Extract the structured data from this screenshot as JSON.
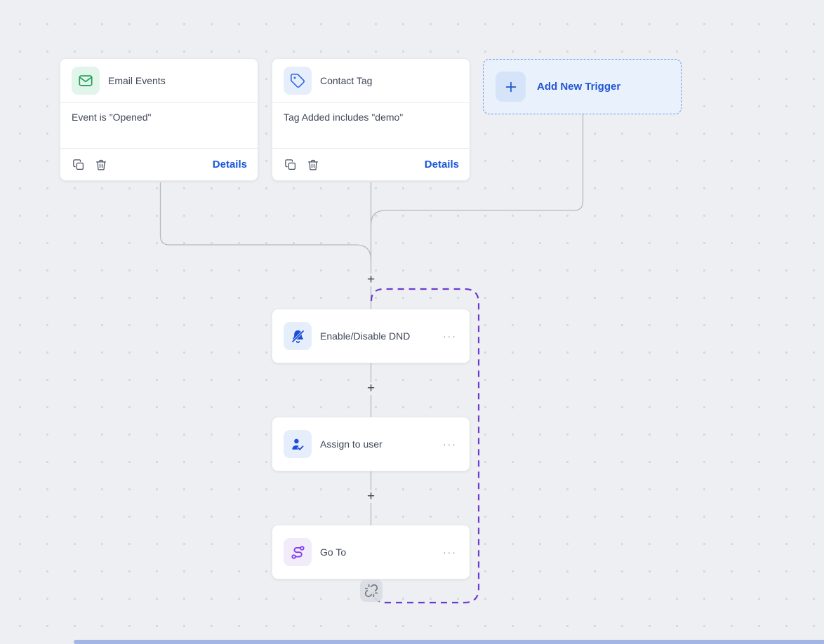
{
  "canvas": {
    "background": "#edeff2",
    "dot_color": "#d5d7dc"
  },
  "triggers": [
    {
      "title": "Email Events",
      "condition": "Event is \"Opened\"",
      "details_label": "Details",
      "icon": "email-icon",
      "icon_bg": "#e2f5eb",
      "icon_color": "#1f9d57"
    },
    {
      "title": "Contact Tag",
      "condition": "Tag Added includes \"demo\"",
      "details_label": "Details",
      "icon": "tag-icon",
      "icon_bg": "#e7eefb",
      "icon_color": "#2f6bdf"
    }
  ],
  "add_trigger": {
    "label": "Add New Trigger",
    "icon": "plus-icon",
    "text_color": "#2156d4",
    "background": "#e9f1fc",
    "border_color": "#6f9ceb"
  },
  "actions": [
    {
      "label": "Enable/Disable DND",
      "menu": "···",
      "icon": "bell-off-icon",
      "icon_bg": "#e7eefb",
      "icon_color": "#1d4ed8"
    },
    {
      "label": "Assign to user",
      "menu": "···",
      "icon": "user-check-icon",
      "icon_bg": "#e7eefb",
      "icon_color": "#1d4ed8"
    },
    {
      "label": "Go To",
      "menu": "···",
      "icon": "route-icon",
      "icon_bg": "#f2ebfa",
      "icon_color": "#7c3aed"
    }
  ],
  "connectors": {
    "plus_label": "+",
    "line_color": "#b6b9c0",
    "goto_dash_color": "#6d3bd1"
  }
}
